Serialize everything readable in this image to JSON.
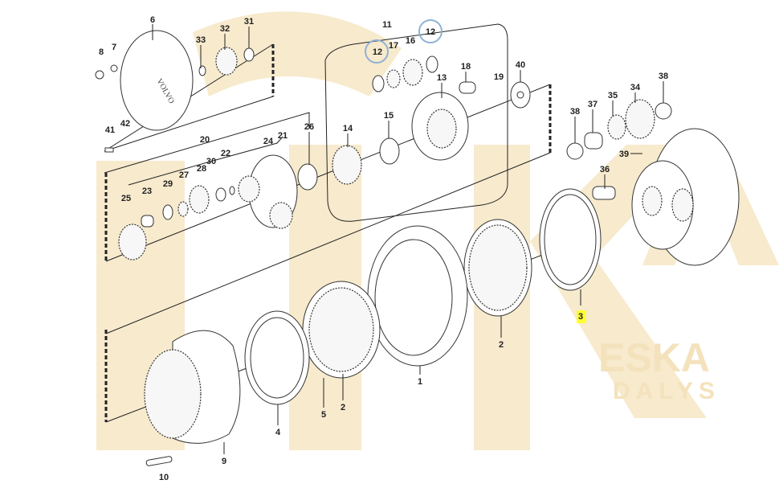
{
  "title": "Planetary gear exploded parts diagram",
  "labels": {
    "l6": "6",
    "l7": "7",
    "l8": "8",
    "l33": "33",
    "l32": "32",
    "l31": "31",
    "l11": "11",
    "l12a": "12",
    "l12b": "12",
    "l17": "17",
    "l16": "16",
    "l13": "13",
    "l18": "18",
    "l19": "19",
    "l40": "40",
    "l41": "41",
    "l42": "42",
    "l20": "20",
    "l21": "21",
    "l26": "26",
    "l14": "14",
    "l15": "15",
    "l24": "24",
    "l30": "30",
    "l22": "22",
    "l27": "27",
    "l28": "28",
    "l29": "29",
    "l23": "23",
    "l25": "25",
    "l38a": "38",
    "l37": "37",
    "l35": "35",
    "l34": "34",
    "l38b": "38",
    "l39": "39",
    "l36": "36",
    "l3": "3",
    "l2a": "2",
    "l2b": "2",
    "l1": "1",
    "l5": "5",
    "l4": "4",
    "l9": "9",
    "l10": "10"
  },
  "cover_logo": "VOLVO",
  "watermark": {
    "brand": "ESKA",
    "sub": "DALYS"
  },
  "colors": {
    "highlight": "#ffff33",
    "circle": "#8fb1d6",
    "watermark": "#f4e2bd"
  }
}
